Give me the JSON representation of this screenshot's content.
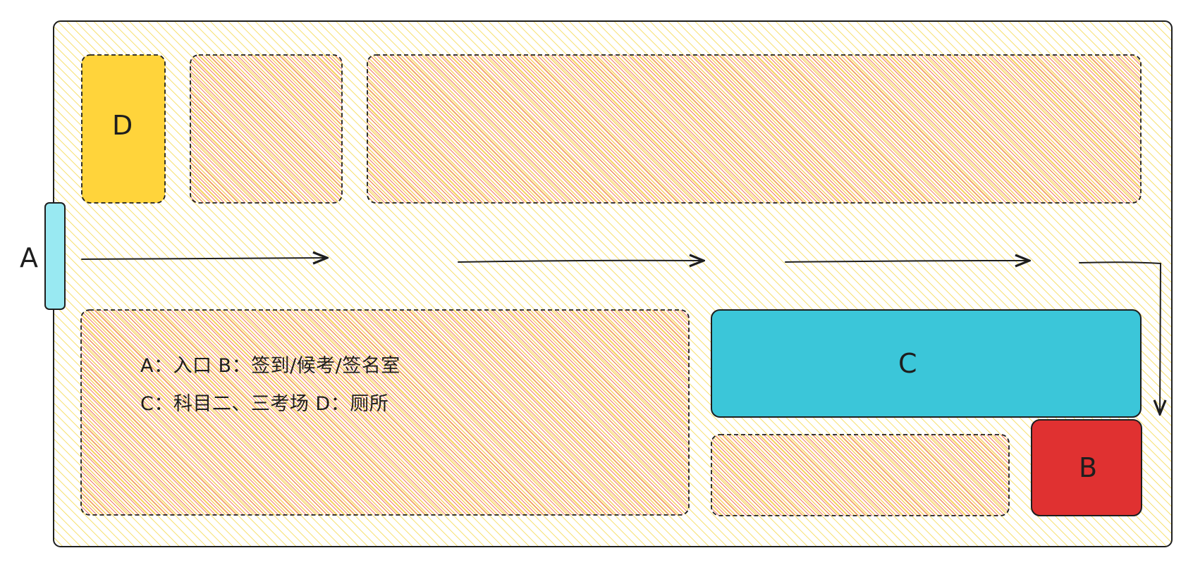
{
  "labels": {
    "entrance": "A",
    "checkin_room": "B",
    "exam_field": "C",
    "toilet": "D"
  },
  "legend": {
    "line1": "A：入口    B：签到/候考/签名室",
    "line2": "C：科目二、三考场       D：厕所"
  },
  "colors": {
    "outer_hatch": "#f5d84a",
    "zone_hatch": "#e8372c",
    "toilet_fill": "#ffd43b",
    "exam_fill": "#3bc6d9",
    "entrance_fill": "#99e9f2",
    "checkin_fill": "#e03131",
    "stroke": "#1e1e1e"
  }
}
